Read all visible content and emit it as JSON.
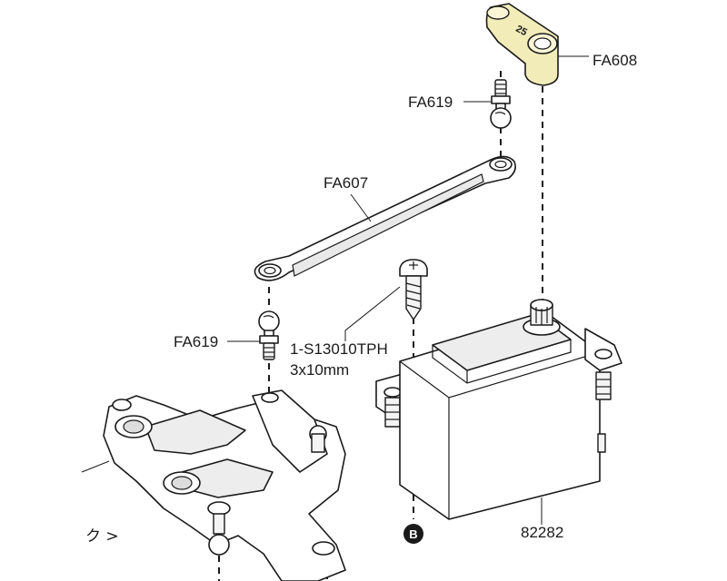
{
  "labels": {
    "servo_horn": "FA608",
    "ball_end_top": "FA619",
    "linkage_rod": "FA607",
    "ball_end_bottom": "FA619",
    "screw_code": "1-S13010TPH",
    "screw_size": "3x10mm",
    "servo": "82282",
    "marker": "B",
    "horn_engraving": "25",
    "cut_text": "ク >"
  },
  "colors": {
    "horn_fill": "#f2ecb8",
    "outline": "#1a1a1a",
    "marker_fill": "#1a1a1a"
  }
}
